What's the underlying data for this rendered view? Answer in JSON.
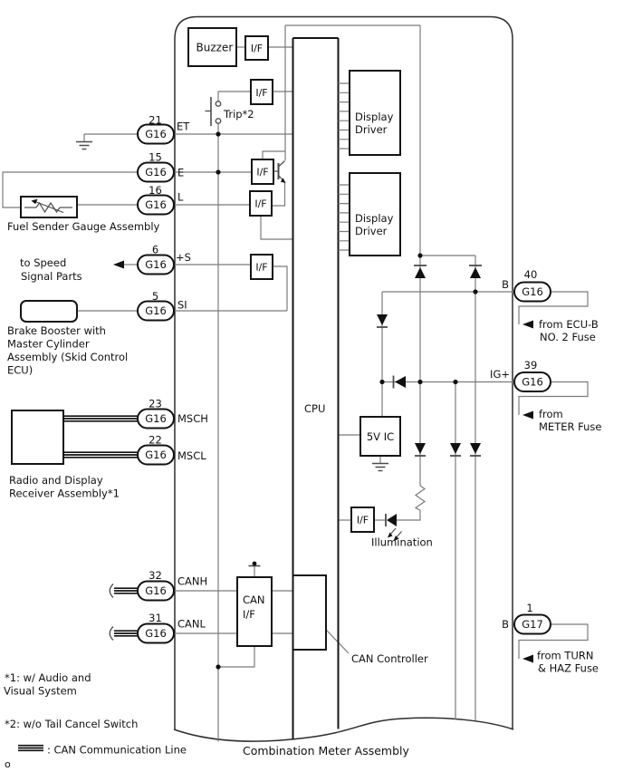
{
  "diagram_title": "Combination Meter Assembly",
  "page_marker": "o",
  "legend": {
    "label": ": CAN Communication Line"
  },
  "notes": {
    "n1a": "*1: w/ Audio and",
    "n1b": "Visual System",
    "n2": "*2: w/o Tail Cancel Switch"
  },
  "blocks": {
    "buzzer": "Buzzer",
    "if": "I/F",
    "trip": "Trip*2",
    "cpu": "CPU",
    "five_v_ic": "5V IC",
    "display1": "Display",
    "display2": "Driver",
    "can1": "CAN",
    "can2": "I/F",
    "can_controller": "CAN Controller",
    "illumination": "Illumination"
  },
  "left_pins": {
    "p21": {
      "num": "21",
      "conn": "G16",
      "sig": "ET"
    },
    "p15": {
      "num": "15",
      "conn": "G16",
      "sig": "E"
    },
    "p16": {
      "num": "16",
      "conn": "G16",
      "sig": "L"
    },
    "p6": {
      "num": "6",
      "conn": "G16",
      "sig": "+S"
    },
    "p5": {
      "num": "5",
      "conn": "G16",
      "sig": "SI"
    },
    "p23": {
      "num": "23",
      "conn": "G16",
      "sig": "MSCH"
    },
    "p22": {
      "num": "22",
      "conn": "G16",
      "sig": "MSCL"
    },
    "p32": {
      "num": "32",
      "conn": "G16",
      "sig": "CANH"
    },
    "p31": {
      "num": "31",
      "conn": "G16",
      "sig": "CANL"
    }
  },
  "right_pins": {
    "p40": {
      "num": "40",
      "conn": "G16",
      "sig": "B",
      "d1": "from ECU-B",
      "d2": "NO. 2 Fuse"
    },
    "p39": {
      "num": "39",
      "conn": "G16",
      "sig": "IG+",
      "d1": "from",
      "d2": "METER Fuse"
    },
    "p1": {
      "num": "1",
      "conn": "G17",
      "sig": "B",
      "d1": "from TURN",
      "d2": "& HAZ Fuse"
    }
  },
  "external": {
    "fuel": "Fuel Sender Gauge Assembly",
    "speed1": "to Speed",
    "speed2": "Signal Parts",
    "brake1": "Brake Booster with",
    "brake2": "Master Cylinder",
    "brake3": "Assembly (Skid Control",
    "brake4": "ECU)",
    "radio1": "Radio and Display",
    "radio2": "Receiver Assembly*1"
  }
}
